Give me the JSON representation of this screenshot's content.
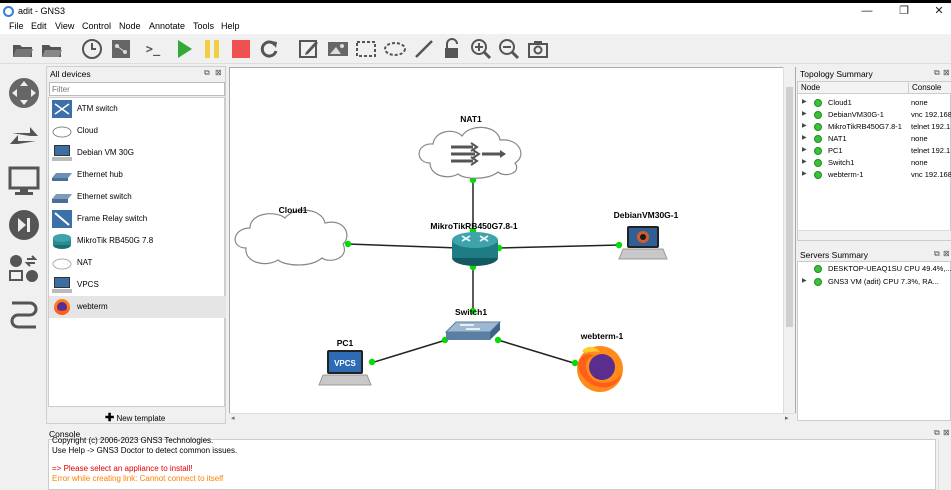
{
  "window": {
    "title": "adit - GNS3",
    "minimize": "—",
    "maximize": "❐",
    "close": "✕"
  },
  "menu": [
    "File",
    "Edit",
    "View",
    "Control",
    "Node",
    "Annotate",
    "Tools",
    "Help"
  ],
  "toolbar": {
    "icons": [
      "open-folder-icon",
      "open-project-icon",
      "snapshot-clock-icon",
      "show-interfaces-icon",
      "console-icon",
      "start-icon",
      "pause-icon",
      "stop-icon",
      "reload-icon",
      "edit-note-icon",
      "insert-image-icon",
      "draw-rectangle-icon",
      "draw-ellipse-icon",
      "draw-line-icon",
      "lock-icon",
      "zoom-in-icon",
      "zoom-out-icon",
      "screenshot-icon"
    ],
    "console_glyph": ">_"
  },
  "left_toolbar": [
    "routers-icon",
    "switches-icon",
    "end-devices-icon",
    "security-devices-icon",
    "all-devices-icon",
    "add-link-icon"
  ],
  "devices_panel": {
    "title": "All devices",
    "filter_placeholder": "Filter",
    "items": [
      {
        "label": "ATM switch",
        "icon": "atm-switch-icon"
      },
      {
        "label": "Cloud",
        "icon": "cloud-icon"
      },
      {
        "label": "Debian VM 30G",
        "icon": "computer-icon"
      },
      {
        "label": "Ethernet hub",
        "icon": "ethernet-hub-icon"
      },
      {
        "label": "Ethernet switch",
        "icon": "ethernet-switch-icon"
      },
      {
        "label": "Frame Relay switch",
        "icon": "frame-relay-switch-icon"
      },
      {
        "label": "MikroTik RB450G 7.8",
        "icon": "router-icon"
      },
      {
        "label": "NAT",
        "icon": "nat-icon"
      },
      {
        "label": "VPCS",
        "icon": "vpcs-icon"
      },
      {
        "label": "webterm",
        "icon": "firefox-icon"
      }
    ],
    "new_template": "New template"
  },
  "topology": {
    "nodes": [
      {
        "label": "NAT1"
      },
      {
        "label": "Cloud1"
      },
      {
        "label": "MikroTikRB450G7.8-1"
      },
      {
        "label": "DebianVM30G-1"
      },
      {
        "label": "Switch1"
      },
      {
        "label": "PC1"
      },
      {
        "label": "webterm-1"
      }
    ],
    "pc_screen_text": "VPCS"
  },
  "topology_summary": {
    "title": "Topology Summary",
    "col_node": "Node",
    "col_console": "Console",
    "rows": [
      {
        "node": "Cloud1",
        "console": "none"
      },
      {
        "node": "DebianVM30G-1",
        "console": "vnc 192.168"
      },
      {
        "node": "MikroTikRB450G7.8-1",
        "console": "telnet 192.1"
      },
      {
        "node": "NAT1",
        "console": "none"
      },
      {
        "node": "PC1",
        "console": "telnet 192.1"
      },
      {
        "node": "Switch1",
        "console": "none"
      },
      {
        "node": "webterm-1",
        "console": "vnc 192.168"
      }
    ]
  },
  "servers_summary": {
    "title": "Servers Summary",
    "rows": [
      {
        "text": "DESKTOP-UEAQ1SU CPU 49.4%,..."
      },
      {
        "text": "GNS3 VM (adit) CPU 7.3%, RA..."
      }
    ]
  },
  "console": {
    "title": "Console",
    "lines": [
      {
        "text": "Copyright (c) 2006-2023 GNS3 Technologies.",
        "color": "#000000"
      },
      {
        "text": "Use Help -> GNS3 Doctor to detect common issues.",
        "color": "#000000"
      },
      {
        "text": "",
        "color": "#000000"
      },
      {
        "text": "=> Please select an appliance to install!",
        "color": "#e00000"
      },
      {
        "text": "Error while creating link: Cannot connect to itself",
        "color": "#ff7f00"
      }
    ]
  },
  "colors": {
    "link_dot": "#00dd00",
    "stop_red": "#f05050",
    "start_green": "#33aa33",
    "pause_yellow": "#f0d040",
    "status_green": "#3cc13c"
  }
}
